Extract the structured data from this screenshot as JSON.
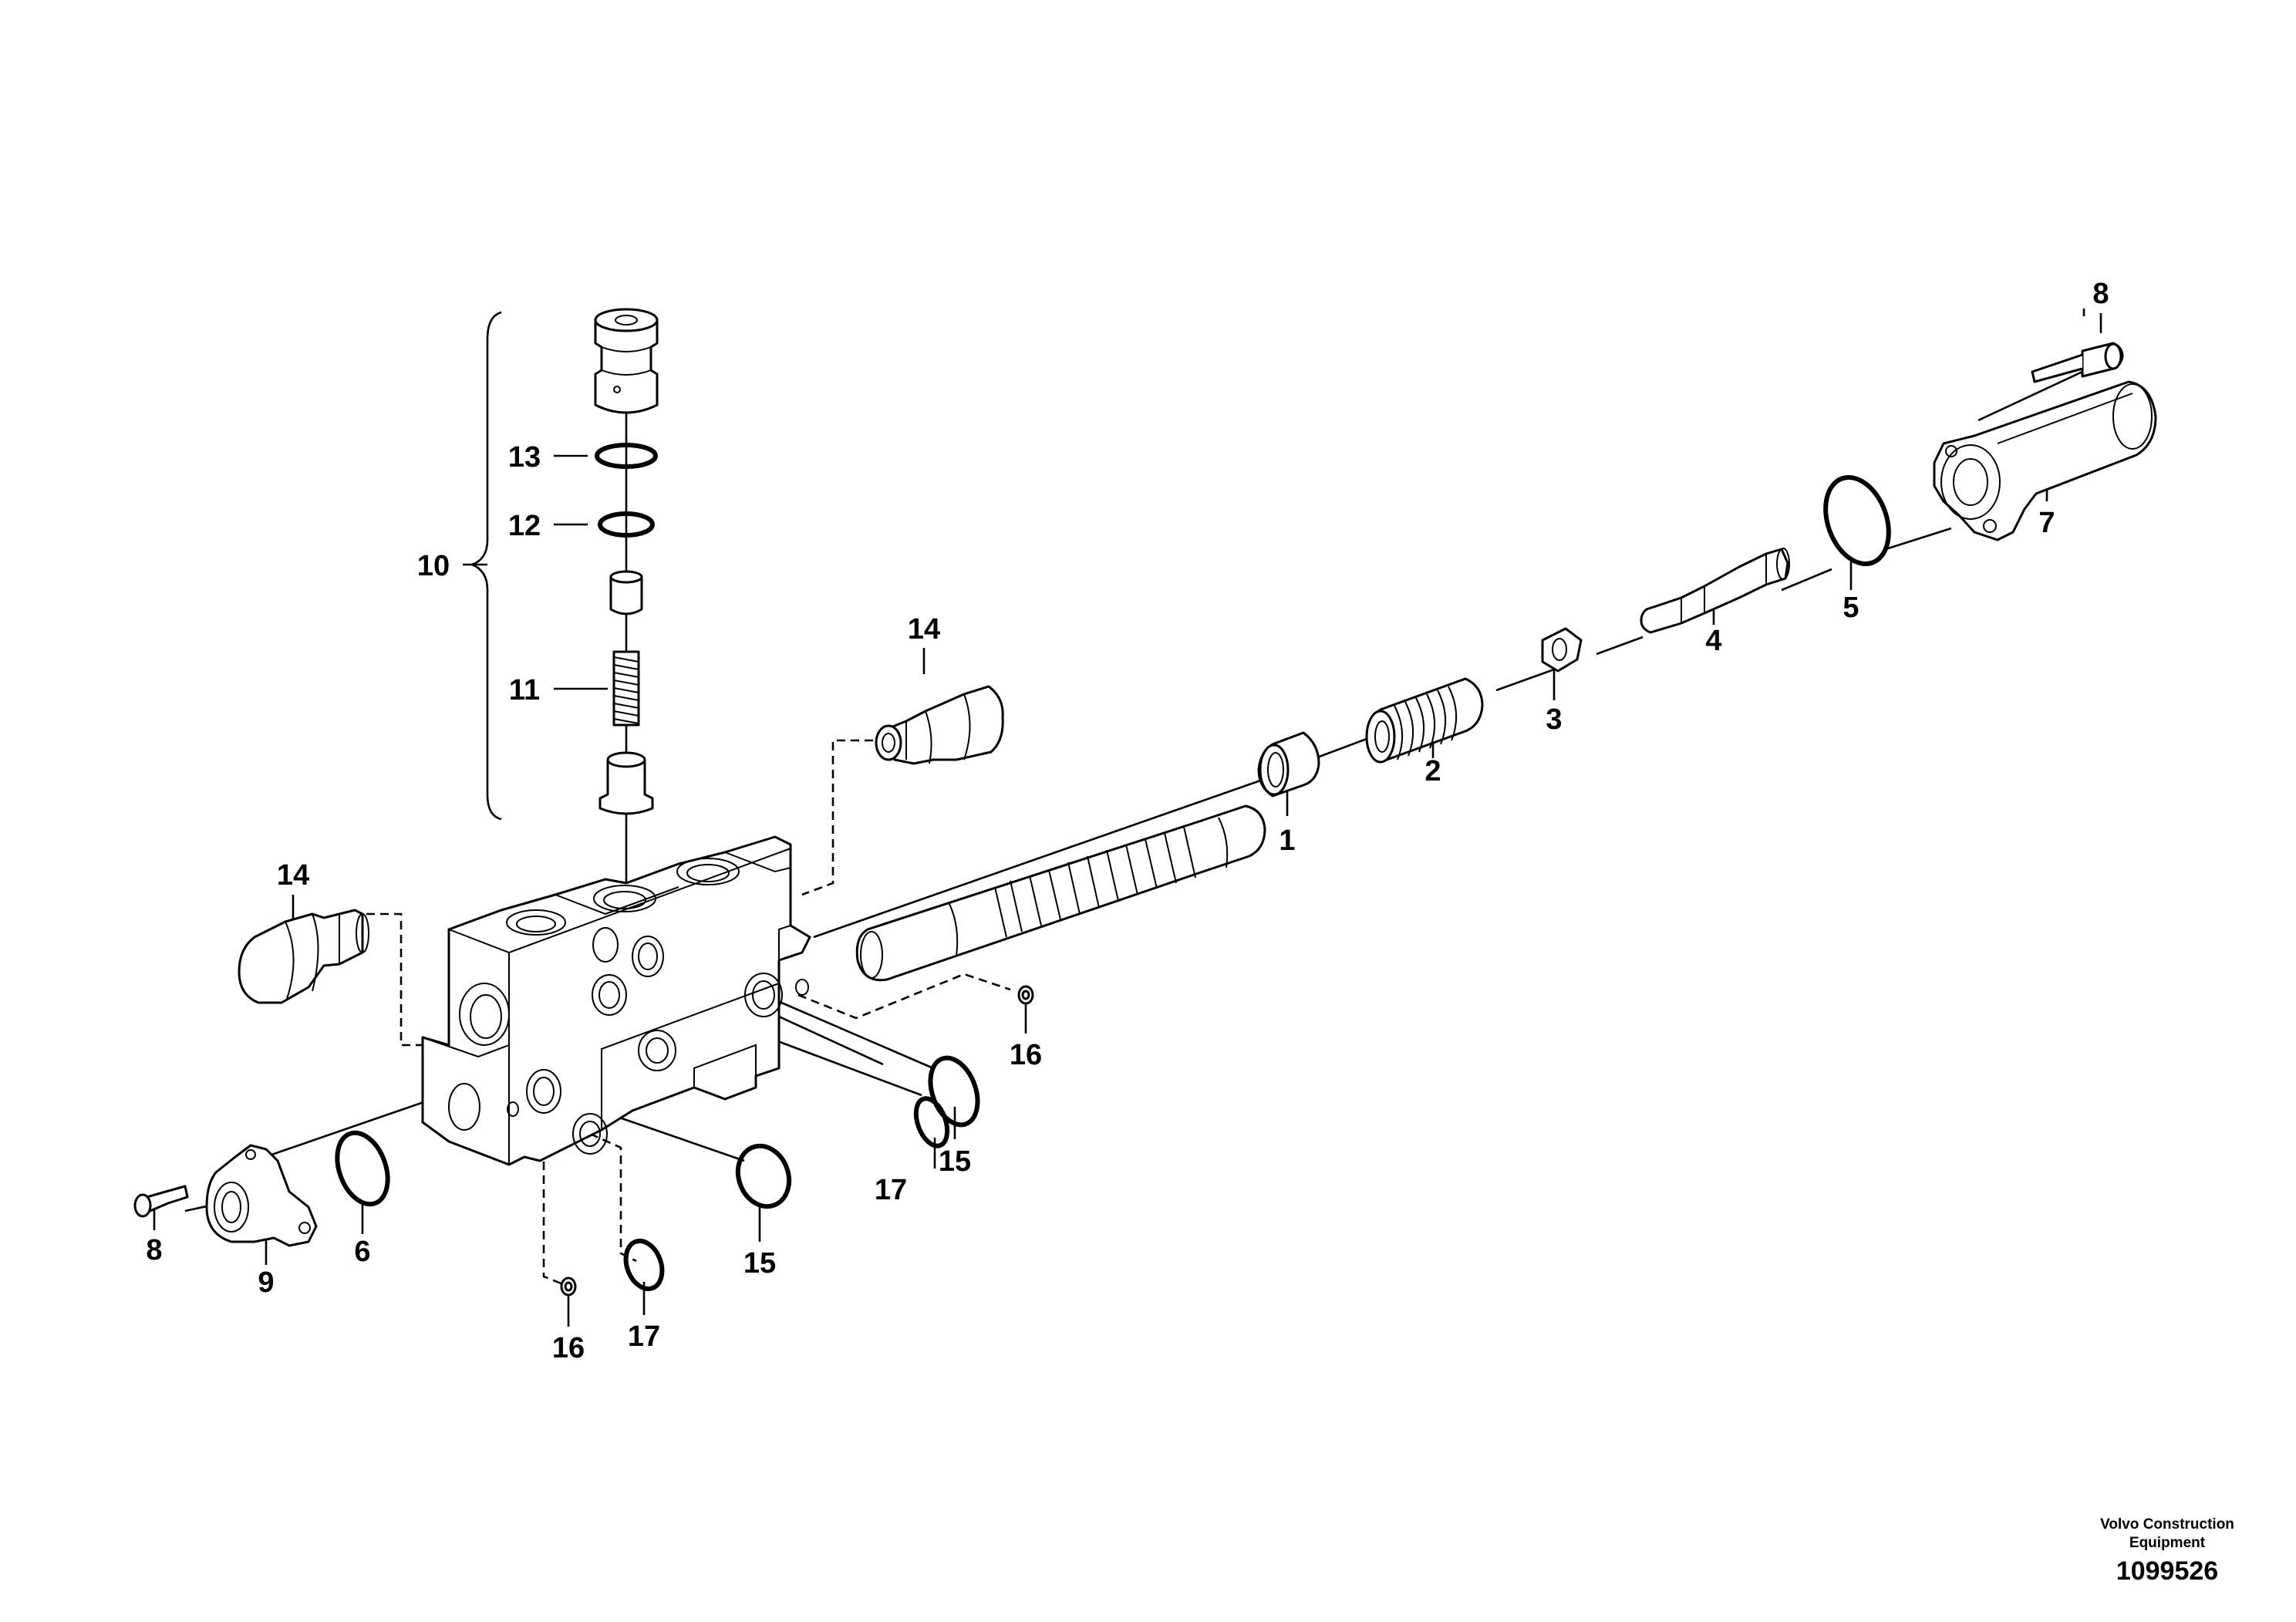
{
  "diagram": {
    "type": "exploded parts diagram",
    "callouts": {
      "c1": "1",
      "c2": "2",
      "c3": "3",
      "c4": "4",
      "c5": "5",
      "c6": "6",
      "c7": "7",
      "c8_top": "8",
      "c8_left": "8",
      "c9": "9",
      "c10": "10",
      "c11": "11",
      "c12": "12",
      "c13": "13",
      "c14_top": "14",
      "c14_left": "14",
      "c15_right": "15",
      "c15_bottom": "15",
      "c16_right": "16",
      "c16_bottom": "16",
      "c17_right": "17",
      "c17_bottom": "17"
    }
  },
  "footer": {
    "credit_line1": "Volvo Construction",
    "credit_line2": "Equipment",
    "document_number": "1099526"
  }
}
